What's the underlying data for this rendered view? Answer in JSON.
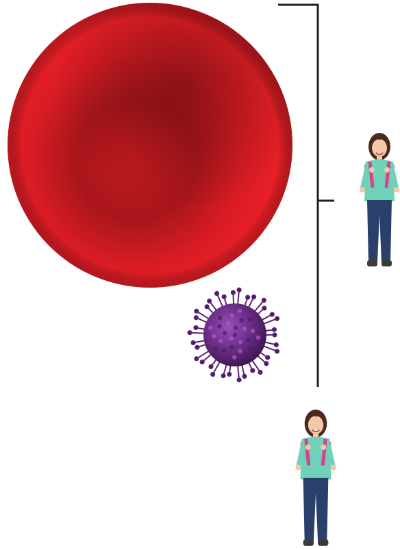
{
  "diagram": {
    "elements": [
      {
        "id": "red-blood-cell",
        "icon": "red-blood-cell-icon",
        "color": "#e21d24"
      },
      {
        "id": "virus",
        "icon": "virus-icon",
        "color": "#6a2d86"
      },
      {
        "id": "girl-scaled",
        "icon": "girl-with-backpack-icon"
      },
      {
        "id": "girl-full",
        "icon": "girl-with-backpack-icon"
      }
    ],
    "bracket": {
      "icon": "scale-bracket-icon",
      "color": "#231f20"
    },
    "colors": {
      "cell_light": "#ef2027",
      "cell_mid": "#d51d25",
      "cell_dark": "#8f1418",
      "virus_body": "#6a2d86",
      "virus_dark": "#3d1650",
      "virus_light": "#a45bc4",
      "shirt": "#6fd1b8",
      "jeans": "#2b3f6b",
      "backpack": "#d9418b",
      "hair": "#4a2a1a",
      "skin": "#f1c8a8",
      "shoes": "#3b3b3b"
    }
  }
}
